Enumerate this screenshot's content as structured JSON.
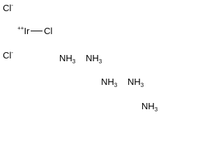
{
  "chloride_ions": [
    {
      "symbol": "Cl",
      "charge": "-"
    },
    {
      "symbol": "Cl",
      "charge": "-"
    }
  ],
  "iridium": {
    "charge": "++",
    "symbol": "Ir"
  },
  "bonded_chlorine": {
    "symbol": "Cl"
  },
  "ammine_ligands": [
    {
      "atom": "NH",
      "count": "3"
    },
    {
      "atom": "NH",
      "count": "3"
    },
    {
      "atom": "NH",
      "count": "3"
    },
    {
      "atom": "NH",
      "count": "3"
    },
    {
      "atom": "NH",
      "count": "3"
    }
  ]
}
